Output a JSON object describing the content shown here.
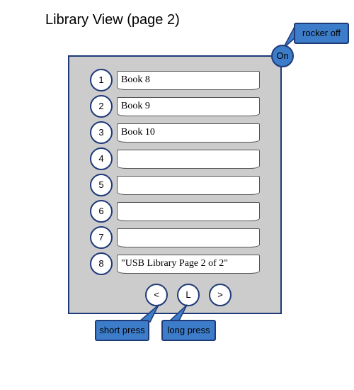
{
  "title": "Library View (page 2)",
  "power_button": {
    "label": "On"
  },
  "rows": [
    {
      "number": "1",
      "text": "Book 8"
    },
    {
      "number": "2",
      "text": "Book 9"
    },
    {
      "number": "3",
      "text": "Book 10"
    },
    {
      "number": "4",
      "text": ""
    },
    {
      "number": "5",
      "text": ""
    },
    {
      "number": "6",
      "text": ""
    },
    {
      "number": "7",
      "text": ""
    },
    {
      "number": "8",
      "text": "\"USB Library Page 2 of 2\""
    }
  ],
  "nav": {
    "prev_label": "<",
    "library_label": "L",
    "next_label": ">"
  },
  "callouts": {
    "rocker": "rocker off",
    "short_press": "short press",
    "long_press": "long press"
  },
  "colors": {
    "device_bg": "#cccccc",
    "border": "#1f3a78",
    "callout_fill": "#3d7cc9"
  }
}
